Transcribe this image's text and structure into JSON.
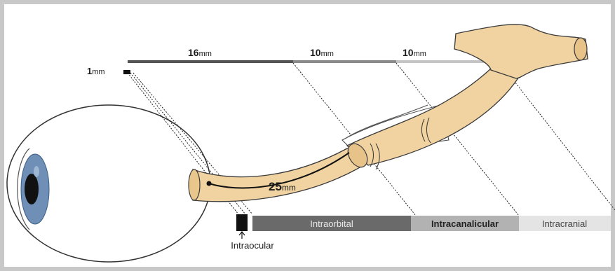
{
  "measurements": {
    "top": [
      {
        "value": "16",
        "unit": "mm"
      },
      {
        "value": "10",
        "unit": "mm"
      },
      {
        "value": "10",
        "unit": "mm"
      }
    ],
    "intraocular_length": {
      "value": "1",
      "unit": "mm"
    },
    "orbital_path_length": {
      "value": "25",
      "unit": "mm"
    }
  },
  "segments": {
    "intraocular": "Intraocular",
    "intraorbital": "Intraorbital",
    "intracanalicular": "Intracanalicular",
    "intracranial": "Intracranial"
  },
  "colors": {
    "nerve": "#f0d3a0",
    "nerve_outline": "#3a3a3a",
    "iris": "#6f8fb6",
    "pupil": "#111111",
    "bar_intraorbital": "#6a6a6a",
    "bar_intracanalicular": "#b2b2b2",
    "bar_intracranial": "#e4e4e4",
    "intraocular_block": "#111111"
  }
}
